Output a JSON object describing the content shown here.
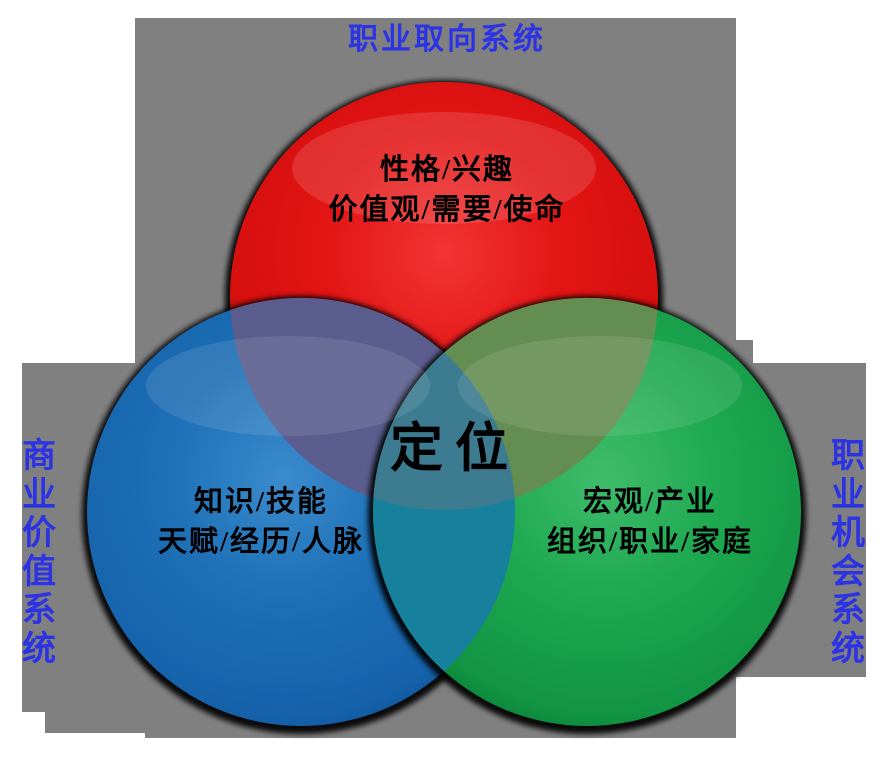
{
  "diagram": {
    "top_label": "职业取向系统",
    "left_label": "商业价值系统",
    "right_label": "职业机会系统",
    "center_label": "定位",
    "circles": {
      "red": {
        "line1": "性格/兴趣",
        "line2": "价值观/需要/使命",
        "color": "#df1111"
      },
      "blue": {
        "line1": "知识/技能",
        "line2": "天赋/经历/人脉",
        "color": "#1767b2"
      },
      "green": {
        "line1": "宏观/产业",
        "line2": "组织/职业/家庭",
        "color": "#1ba34e"
      }
    },
    "overlap_colors": {
      "red_blue": "#5a5d8d",
      "red_green": "#648d52",
      "blue_green": "#16809d",
      "center": "#3d7b90"
    },
    "label_color": "#2b33e5",
    "background_color": "#808080"
  }
}
